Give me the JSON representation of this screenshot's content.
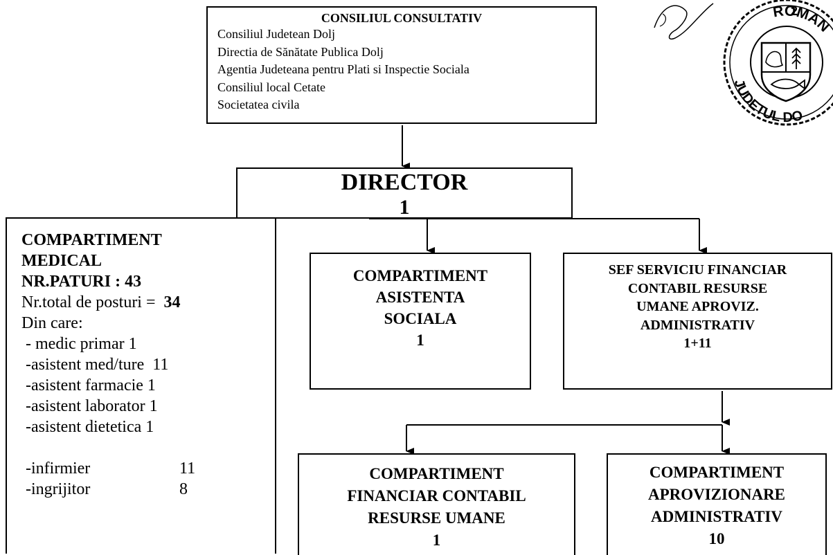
{
  "council": {
    "title": "CONSILIUL CONSULTATIV",
    "members": [
      "Consiliul  Judetean Dolj",
      "Directia de Sănătate Publica Dolj",
      "Agentia Judeteana pentru Plati si Inspectie Sociala",
      "Consiliul local Cetate",
      "Societatea civila"
    ]
  },
  "director": {
    "title": "DIRECTOR",
    "count": "1"
  },
  "medical": {
    "heading": [
      "COMPARTIMENT",
      "MEDICAL",
      "NR.PATURI : 43"
    ],
    "total_label": "Nr.total de posturi =",
    "total_value": "34",
    "din_care": "Din care:",
    "staff": [
      {
        "label": " - medic primar 1",
        "value": ""
      },
      {
        "label": " -asistent med/ture  11",
        "value": ""
      },
      {
        "label": " -asistent farmacie 1",
        "value": ""
      },
      {
        "label": " -asistent laborator 1",
        "value": ""
      },
      {
        "label": " -asistent dietetica 1",
        "value": ""
      }
    ],
    "staff2": [
      {
        "label": " -infirmier",
        "value": "11"
      },
      {
        "label": " -ingrijitor",
        "value": "8"
      }
    ]
  },
  "asistenta": {
    "lines": [
      "COMPARTIMENT",
      "ASISTENTA",
      "SOCIALA",
      "1"
    ]
  },
  "sef": {
    "lines": [
      "SEF SERVICIU FINANCIAR",
      "CONTABIL RESURSE",
      "UMANE APROVIZ.",
      "ADMINISTRATIV",
      "1+11"
    ]
  },
  "financiar": {
    "lines": [
      "COMPARTIMENT",
      "FINANCIAR CONTABIL",
      "RESURSE UMANE",
      "1"
    ]
  },
  "aprov": {
    "lines": [
      "COMPARTIMENT",
      "APROVIZIONARE",
      "ADMINISTRATIV",
      "10"
    ]
  },
  "seal": {
    "text_top": "ROMAN",
    "text_bottom": "JUDETUL DO",
    "number": "2"
  },
  "colors": {
    "line": "#000000",
    "background": "#ffffff"
  }
}
